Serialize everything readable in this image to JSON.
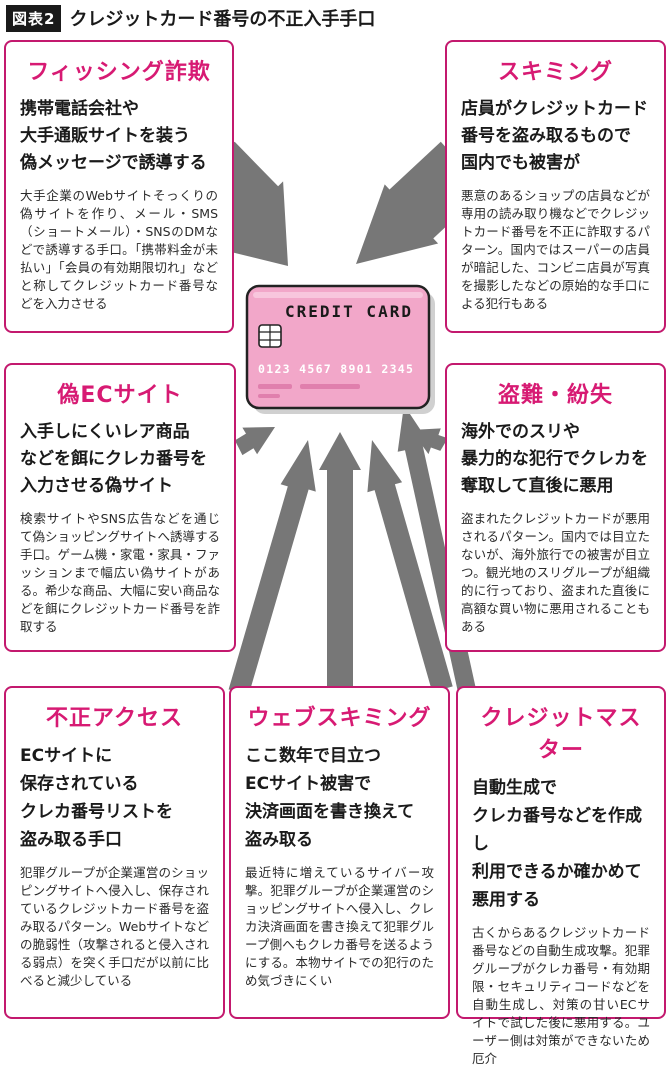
{
  "header": {
    "tag": "図表2",
    "title": "クレジットカード番号の不正入手手口"
  },
  "card": {
    "brand": "CREDIT CARD",
    "number": "0123 4567 8901 2345",
    "color_main": "#f2a7c9",
    "color_dark": "#e07fad"
  },
  "colors": {
    "accent": "#d71a73",
    "border": "#c3196e",
    "arrow": "#777777"
  },
  "boxes": {
    "phishing": {
      "title": "フィッシング詐欺",
      "lead": "携帯電話会社や\n大手通販サイトを装う\n偽メッセージで誘導する",
      "body": "大手企業のWebサイトそっくりの偽サイトを作り、メール・SMS（ショートメール）・SNSのDMなどで誘導する手口。「携帯料金が未払い」「会員の有効期限切れ」などと称してクレジットカード番号などを入力させる"
    },
    "skimming": {
      "title": "スキミング",
      "lead": "店員がクレジットカード\n番号を盗み取るもので\n国内でも被害が",
      "body": "悪意のあるショップの店員などが専用の読み取り機などでクレジットカード番号を不正に詐取するパターン。国内ではスーパーの店員が暗記した、コンビニ店員が写真を撮影したなどの原始的な手口による犯行もある"
    },
    "fake_ec": {
      "title": "偽ECサイト",
      "lead": "入手しにくいレア商品\nなどを餌にクレカ番号を\n入力させる偽サイト",
      "body": "検索サイトやSNS広告などを通じて偽ショッピングサイトへ誘導する手口。ゲーム機・家電・家具・ファッションまで幅広い偽サイトがある。希少な商品、大幅に安い商品などを餌にクレジットカード番号を詐取する"
    },
    "theft": {
      "title": "盗難・紛失",
      "lead": "海外でのスリや\n暴力的な犯行でクレカを\n奪取して直後に悪用",
      "body": "盗まれたクレジットカードが悪用されるパターン。国内では目立たないが、海外旅行での被害が目立つ。観光地のスリグループが組織的に行っており、盗まれた直後に高額な買い物に悪用されることもある"
    },
    "unauthorized": {
      "title": "不正アクセス",
      "lead": "ECサイトに\n保存されている\nクレカ番号リストを\n盗み取る手口",
      "body": "犯罪グループが企業運営のショッピングサイトへ侵入し、保存されているクレジットカード番号を盗み取るパターン。Webサイトなどの脆弱性（攻撃されると侵入される弱点）を突く手口だが以前に比べると減少している"
    },
    "web_skimming": {
      "title": "ウェブスキミング",
      "lead": "ここ数年で目立つ\nECサイト被害で\n決済画面を書き換えて\n盗み取る",
      "body": "最近特に増えているサイバー攻撃。犯罪グループが企業運営のショッピングサイトへ侵入し、クレカ決済画面を書き換えて犯罪グループ側へもクレカ番号を送るようにする。本物サイトでの犯行のため気づきにくい"
    },
    "master": {
      "title": "クレジットマスター",
      "lead": "自動生成で\nクレカ番号などを作成し\n利用できるか確かめて\n悪用する",
      "body": "古くからあるクレジットカード番号などの自動生成攻撃。犯罪グループがクレカ番号・有効期限・セキュリティコードなどを自動生成し、対策の甘いECサイトで試した後に悪用する。ユーザー側は対策ができないため厄介"
    }
  }
}
